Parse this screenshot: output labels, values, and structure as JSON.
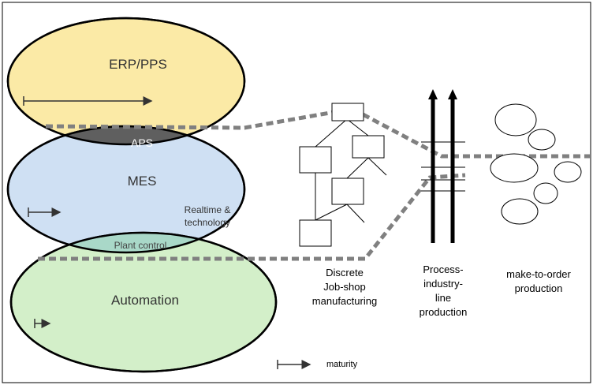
{
  "layers": {
    "erp": {
      "label": "ERP/PPS",
      "fill": "#fbeaa6"
    },
    "aps": {
      "label": "APS",
      "fill": "#5f5f5f"
    },
    "mes": {
      "label": "MES",
      "fill": "#cfe0f3",
      "note_line1": "Realtime &",
      "note_line2": "technology"
    },
    "plant": {
      "label": "Plant control",
      "fill": "#a9d8c8"
    },
    "automation": {
      "label": "Automation",
      "fill": "#d3efc9"
    }
  },
  "production_types": {
    "discrete": {
      "line1": "Discrete",
      "line2": "Job-shop",
      "line3": "manufacturing"
    },
    "process": {
      "line1": "Process-",
      "line2": "industry-",
      "line3": "line",
      "line4": "production"
    },
    "mto": {
      "line1": "make-to-order",
      "line2": "production"
    }
  },
  "legend": {
    "label": "maturity"
  },
  "colors": {
    "outline": "#000000",
    "dashed": "#808080",
    "text": "#333333"
  }
}
